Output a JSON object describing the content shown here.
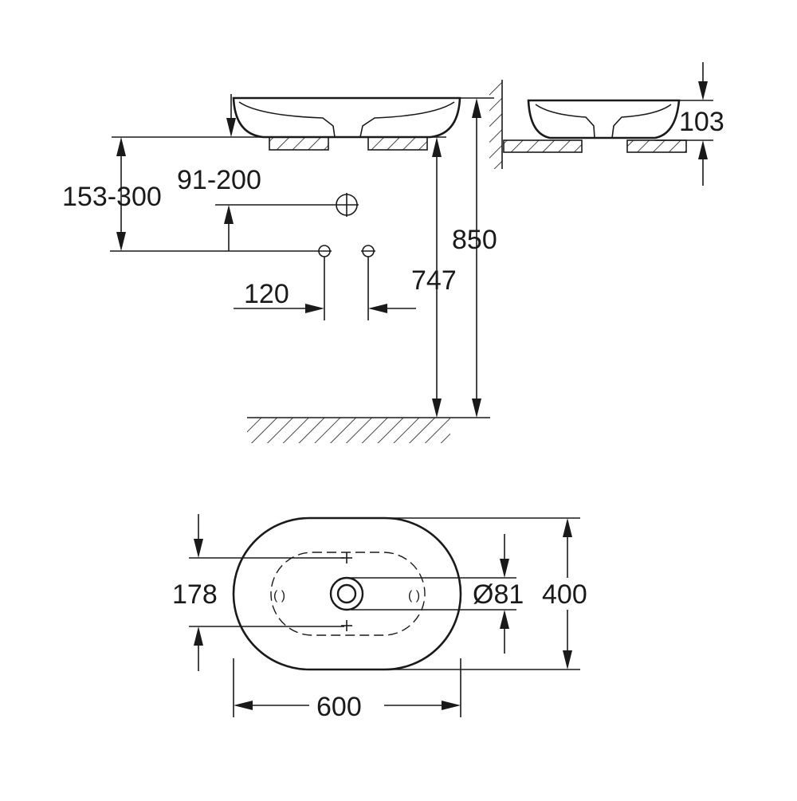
{
  "dimensions": {
    "wall_to_waste_range": "153-300",
    "waste_height_range": "91-200",
    "waste_spacing": "120",
    "height_to_support": "747",
    "total_height": "850",
    "basin_height": "103",
    "waste_hole_offset": "178",
    "waste_diameter": "Ø81",
    "basin_depth": "400",
    "basin_width": "600"
  }
}
